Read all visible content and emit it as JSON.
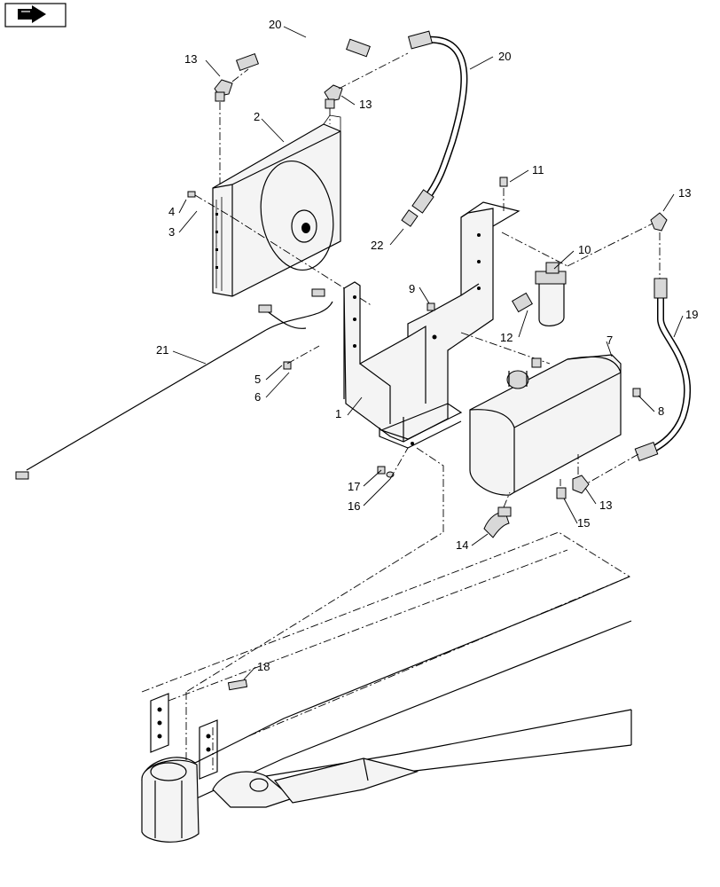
{
  "diagram": {
    "nav_icon": "page-forward-arrow-icon",
    "callouts": [
      {
        "id": "c20a",
        "label": "20"
      },
      {
        "id": "c20b",
        "label": "20"
      },
      {
        "id": "c13a",
        "label": "13"
      },
      {
        "id": "c13b",
        "label": "13"
      },
      {
        "id": "c13c",
        "label": "13"
      },
      {
        "id": "c13d",
        "label": "13"
      },
      {
        "id": "c2",
        "label": "2"
      },
      {
        "id": "c4",
        "label": "4"
      },
      {
        "id": "c3",
        "label": "3"
      },
      {
        "id": "c11",
        "label": "11"
      },
      {
        "id": "c22",
        "label": "22"
      },
      {
        "id": "c10",
        "label": "10"
      },
      {
        "id": "c9",
        "label": "9"
      },
      {
        "id": "c12",
        "label": "12"
      },
      {
        "id": "c19",
        "label": "19"
      },
      {
        "id": "c7",
        "label": "7"
      },
      {
        "id": "c21",
        "label": "21"
      },
      {
        "id": "c5",
        "label": "5"
      },
      {
        "id": "c6",
        "label": "6"
      },
      {
        "id": "c1",
        "label": "1"
      },
      {
        "id": "c8",
        "label": "8"
      },
      {
        "id": "c17",
        "label": "17"
      },
      {
        "id": "c16",
        "label": "16"
      },
      {
        "id": "c15",
        "label": "15"
      },
      {
        "id": "c14",
        "label": "14"
      },
      {
        "id": "c18",
        "label": "18"
      }
    ]
  }
}
